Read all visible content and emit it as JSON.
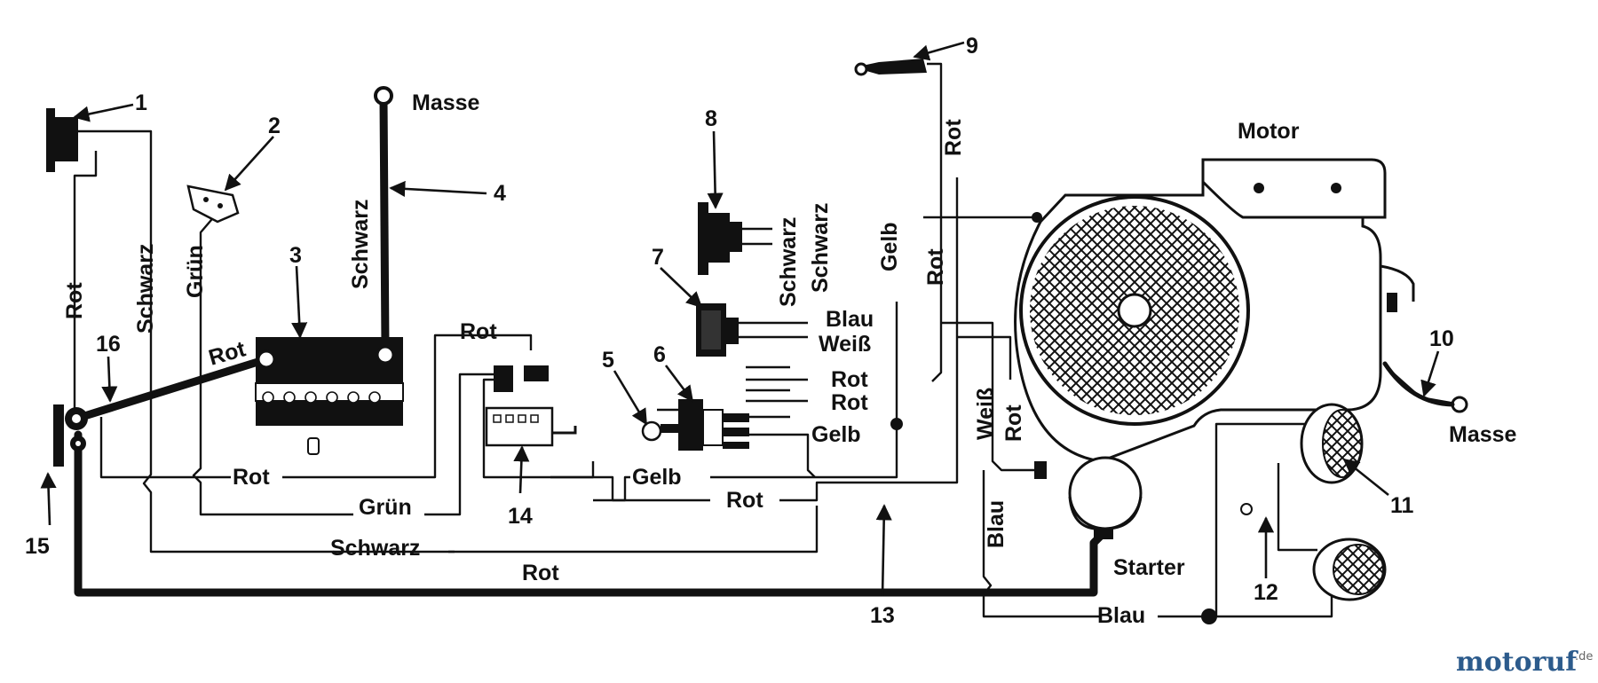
{
  "wire_labels": {
    "rot": "Rot",
    "schwarz": "Schwarz",
    "gruen": "Grün",
    "gelb": "Gelb",
    "blau": "Blau",
    "weiss": "Weiß"
  },
  "component_labels": {
    "masse": "Masse",
    "motor": "Motor",
    "starter": "Starter"
  },
  "callout_numbers": [
    "1",
    "2",
    "3",
    "4",
    "5",
    "6",
    "7",
    "8",
    "9",
    "10",
    "11",
    "12",
    "13",
    "14",
    "15",
    "16"
  ],
  "watermark": {
    "brand": "motoruf",
    "tld": ".de",
    "color": "#2c5b8c"
  }
}
